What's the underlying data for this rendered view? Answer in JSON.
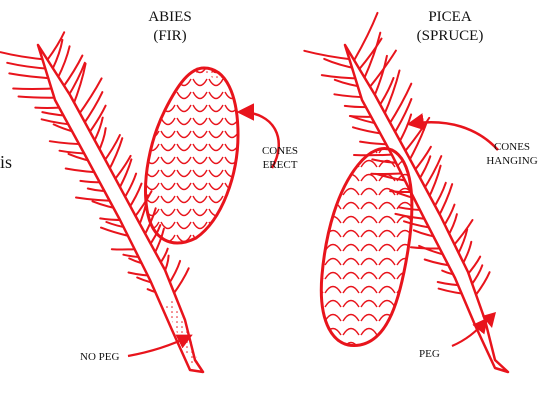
{
  "left_panel": {
    "genus": "ABIES",
    "common": "(FIR)",
    "cone_label_line1": "CONES",
    "cone_label_line2": "ERECT",
    "peg_label": "NO PEG"
  },
  "right_panel": {
    "genus": "PICEA",
    "common": "(SPRUCE)",
    "cone_label_line1": "CONES",
    "cone_label_line2": "HANGING",
    "peg_label": "PEG"
  },
  "edge_fragment": "is",
  "colors": {
    "ink": "#e8141c",
    "text": "#111111",
    "background": "#ffffff"
  }
}
